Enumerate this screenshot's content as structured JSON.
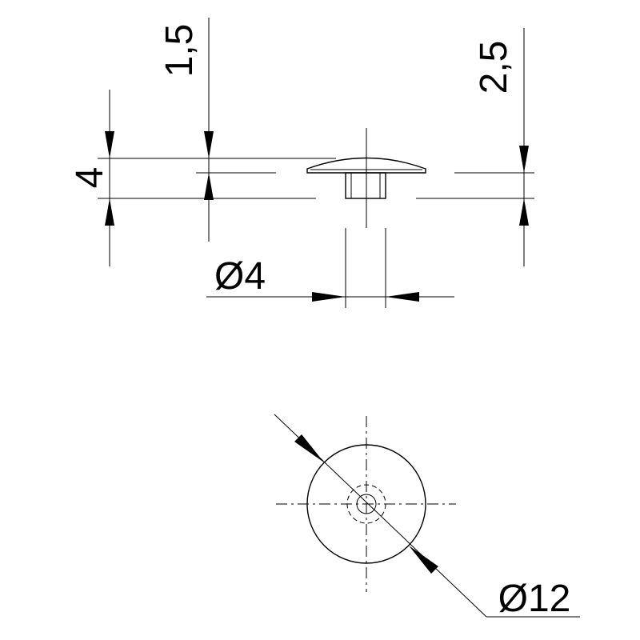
{
  "dimensions": {
    "head_height": "1,5",
    "total_height": "4",
    "shank_height": "2,5",
    "shank_diameter": "Ø4",
    "head_diameter": "Ø12"
  },
  "colors": {
    "ink": "#000000",
    "background": "#ffffff"
  }
}
